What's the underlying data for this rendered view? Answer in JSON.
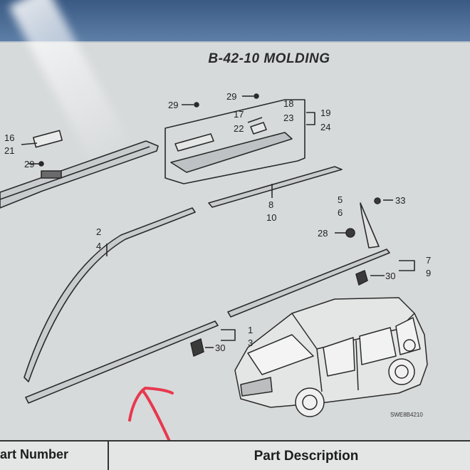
{
  "diagram": {
    "title": "B-42-10 MOLDING",
    "code": "SWE8B4210",
    "labels": {
      "l29a": "29",
      "l29b": "29",
      "l29c": "29",
      "l18": "18",
      "l23": "23",
      "l17": "17",
      "l22": "22",
      "l19": "19",
      "l24": "24",
      "l16": "16",
      "l21": "21",
      "l8": "8",
      "l10": "10",
      "l5": "5",
      "l6": "6",
      "l33": "33",
      "l28": "28",
      "l2": "2",
      "l4": "4",
      "l7": "7",
      "l9": "9",
      "l30a": "30",
      "l1": "1",
      "l3": "3",
      "l30b": "30"
    }
  },
  "table": {
    "col_part_number": "art Number",
    "col_part_description": "Part Description"
  },
  "colors": {
    "annotation_arrow": "#e8384f"
  }
}
